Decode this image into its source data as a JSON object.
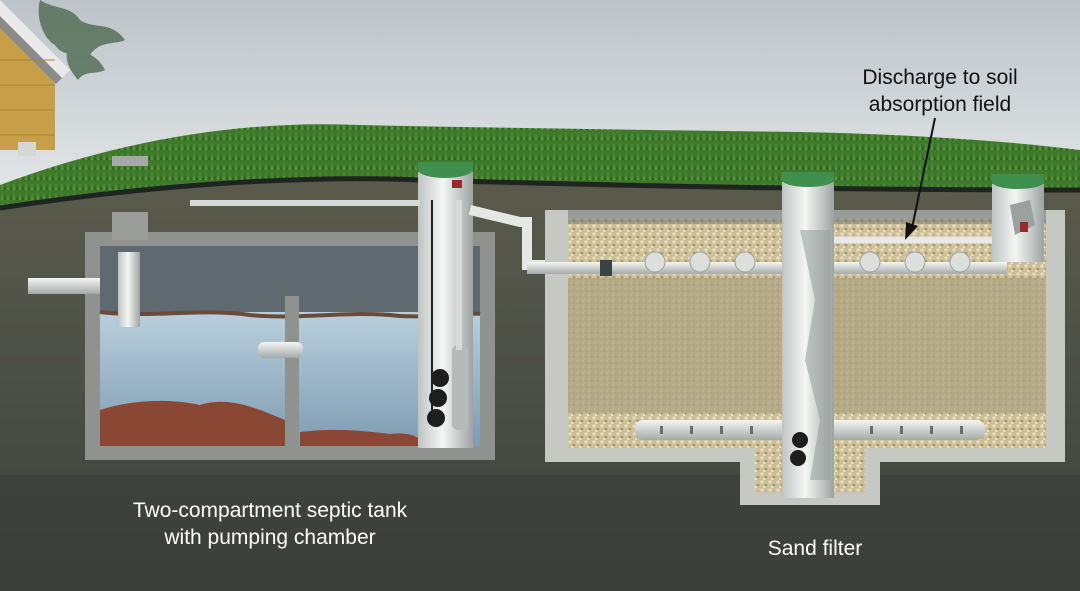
{
  "labels": {
    "septic_tank_line1": "Two-compartment septic tank",
    "septic_tank_line2": "with pumping chamber",
    "sand_filter": "Sand filter",
    "discharge_line1": "Discharge to soil",
    "discharge_line2": "absorption field"
  },
  "colors": {
    "sky": "#d9dde0",
    "grass": "#3f7d2e",
    "soil": "#4a4d45",
    "concrete": "#9b9e9a",
    "water": "#9fb9cc",
    "sludge": "#8b4a38",
    "sand": "#b7ad8a",
    "gravel": "#cfc3a0",
    "pipe": "#e8ebe8",
    "riser_cap": "#3f8f4e",
    "house": "#caa24a"
  }
}
